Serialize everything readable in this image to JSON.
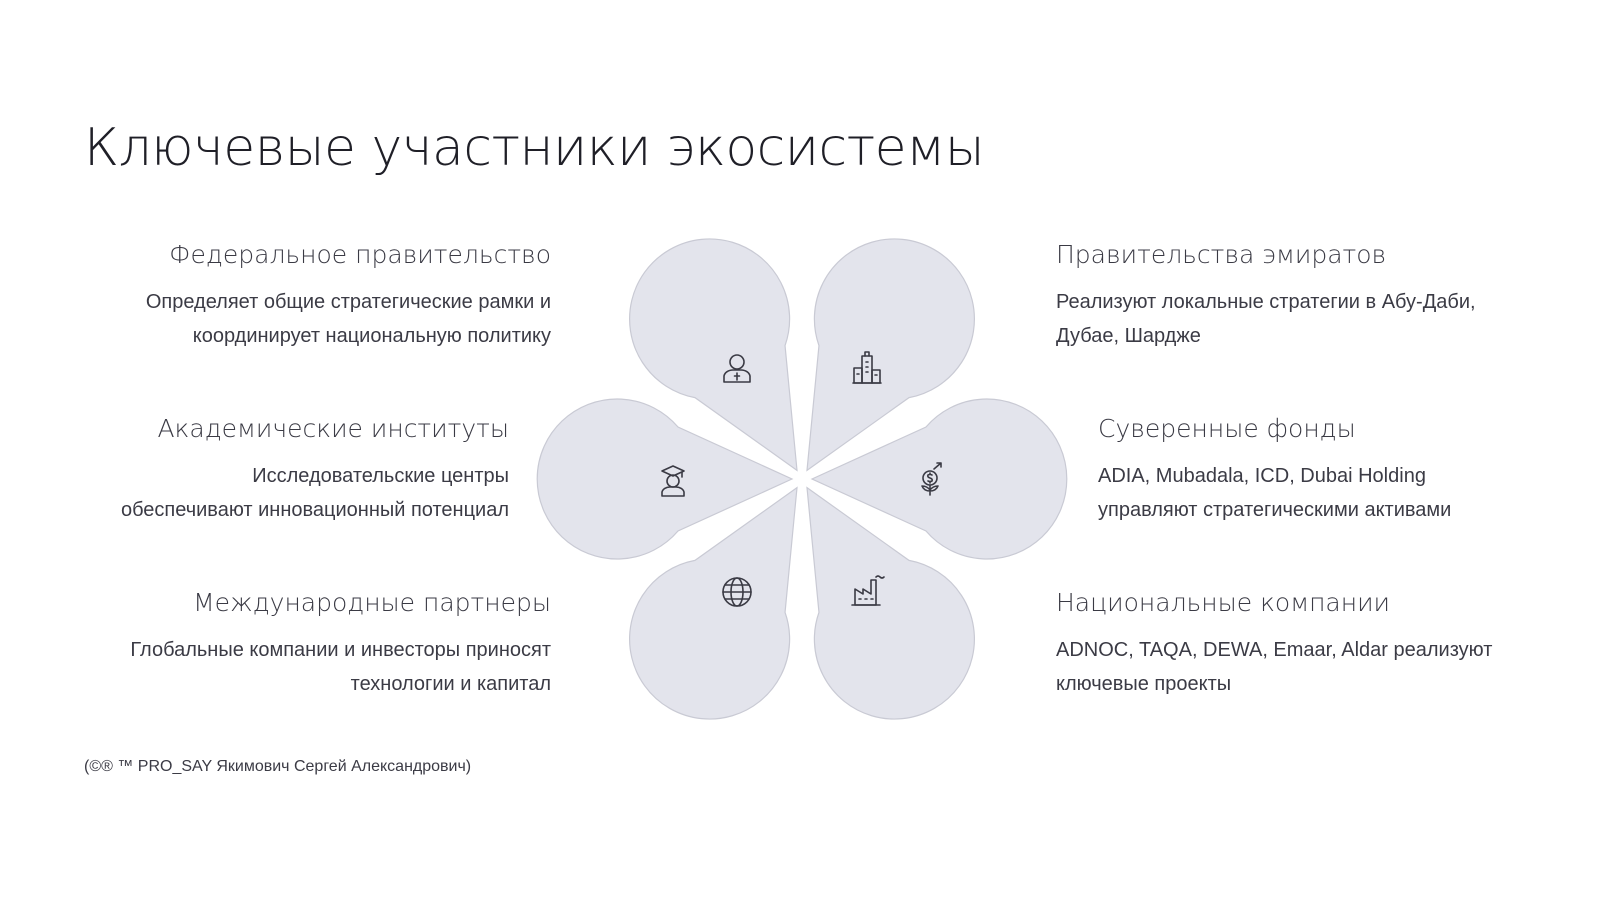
{
  "title": "Ключевые участники экосистемы",
  "participants": {
    "federal": {
      "heading": "Федеральное правительство",
      "line1": "Определяет общие стратегические рамки и",
      "line2": "координирует национальную политику",
      "icon": "official-person-icon"
    },
    "academic": {
      "heading": "Академические институты",
      "line1": "Исследовательские центры",
      "line2": "обеспечивают инновационный потенциал",
      "icon": "graduate-icon"
    },
    "international": {
      "heading": "Международные партнеры",
      "line1": "Глобальные компании и инвесторы приносят",
      "line2": "технологии и капитал",
      "icon": "globe-icon"
    },
    "emirates": {
      "heading": "Правительства эмиратов",
      "line1": "Реализуют локальные стратегии в Абу-Даби,",
      "line2": "Дубае, Шардже",
      "icon": "city-buildings-icon"
    },
    "sovereign": {
      "heading": "Суверенные фонды",
      "line1": "ADIA, Mubadala, ICD, Dubai Holding",
      "line2": "управляют стратегическими активами",
      "icon": "money-growth-icon"
    },
    "national": {
      "heading": "Национальные компании",
      "line1": "ADNOC, TAQA, DEWA, Emaar, Aldar реализуют",
      "line2": "ключевые проекты",
      "icon": "factory-icon"
    }
  },
  "colors": {
    "petal_fill": "#e3e4ec",
    "petal_stroke": "#c9cad4",
    "text": "#3b3b45"
  },
  "footer": "(©® ™ PRO_SAY Якимович Сергей Александрович)"
}
